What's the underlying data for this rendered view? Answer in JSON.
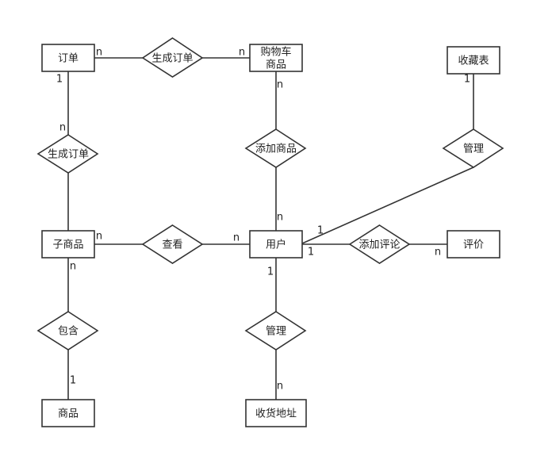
{
  "entities": {
    "order": "订单",
    "cart_line1": "购物车",
    "cart_line2": "商品",
    "favorites": "收藏表",
    "sub_product": "子商品",
    "user": "用户",
    "review": "评价",
    "product": "商品",
    "address": "收货地址"
  },
  "relationships": {
    "generate_order_top": "生成订单",
    "generate_order_left": "生成订单",
    "add_product": "添加商品",
    "manage_favorites": "管理",
    "view": "查看",
    "add_review": "添加评论",
    "contains": "包含",
    "manage_address": "管理"
  },
  "cardinalities": {
    "order_right": "n",
    "cart_left": "n",
    "order_bottom": "1",
    "sub_top": "n",
    "cart_bottom": "n",
    "user_top": "n",
    "fav_bottom": "1",
    "user_diag": "1",
    "sub_right": "n",
    "user_left": "n",
    "user_right": "1",
    "review_left": "n",
    "sub_bottom": "n",
    "product_top": "1",
    "user_bottom": "1",
    "address_top": "n"
  }
}
